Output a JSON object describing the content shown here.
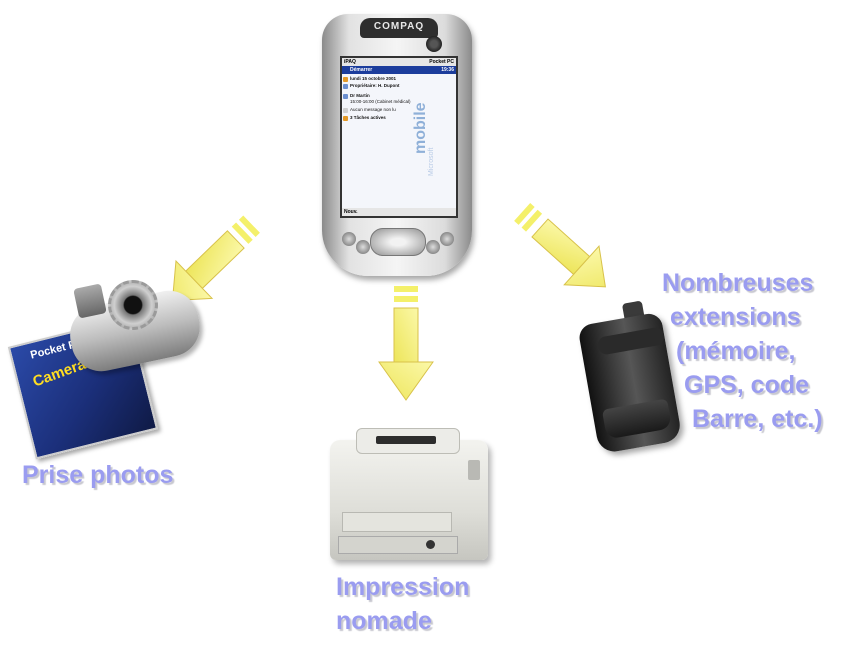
{
  "captions": {
    "photos": [
      "Prise photos"
    ],
    "impression": [
      "Impression",
      "nomade"
    ],
    "extensions": [
      "Nombreuses",
      "extensions",
      "(mémoire,",
      "GPS, code",
      "Barre, etc.)"
    ]
  },
  "devices": {
    "pda": {
      "brand": "COMPAQ",
      "model": "iPAQ",
      "os": "Pocket PC",
      "time": "19:36",
      "start_menu": "Démarrer",
      "date_line": "lundi 15 octobre 2001",
      "owner_line": "Propriétaire: H. Dupont",
      "appointment_title": "Dr Martin",
      "appointment_time": "15:00-16:00 (Cabinet médical)",
      "messages_line": "Aucun message non lu",
      "tasks_line": "3 Tâches actives",
      "bottom_bar": "Nouv.",
      "watermark_top": "Microsoft",
      "watermark_main": "mobile"
    },
    "camera_card": {
      "line1": "Pocket PC",
      "line2": "Camera"
    }
  },
  "colors": {
    "caption_text": "#9a9cf0",
    "arrow_fill": "#f4f06a",
    "arrow_stroke": "#d8c24a"
  }
}
